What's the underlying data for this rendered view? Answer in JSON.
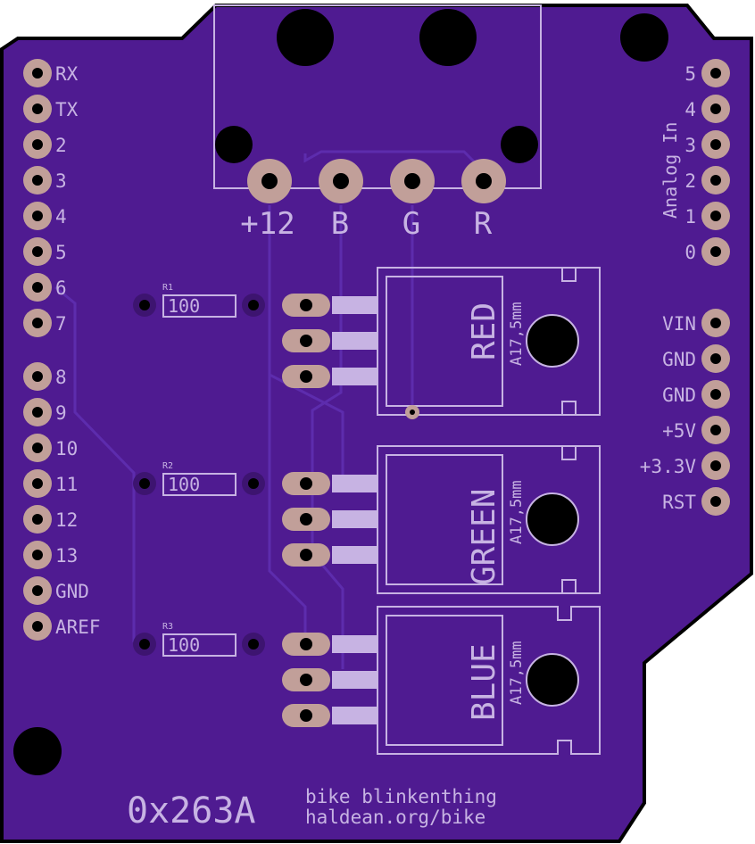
{
  "colors": {
    "board": "#4f1b91",
    "board_edge": "#000000",
    "silkscreen": "#c7b3e3",
    "trace": "#5d2cad",
    "pad": "#c19f99",
    "drill": "#000000"
  },
  "left_header": [
    "RX",
    "TX",
    "2",
    "3",
    "4",
    "5",
    "6",
    "7",
    "8",
    "9",
    "10",
    "11",
    "12",
    "13",
    "GND",
    "AREF"
  ],
  "analog_header": {
    "title": "Analog In",
    "pins": [
      "5",
      "4",
      "3",
      "2",
      "1",
      "0"
    ]
  },
  "power_header": [
    "VIN",
    "GND",
    "GND",
    "+5V",
    "+3.3V",
    "RST"
  ],
  "connector_pins": [
    "+12",
    "B",
    "G",
    "R"
  ],
  "resistors": [
    {
      "ref": "R1",
      "value": "100"
    },
    {
      "ref": "R2",
      "value": "100"
    },
    {
      "ref": "R3",
      "value": "100"
    }
  ],
  "transistors": [
    {
      "label": "RED",
      "package": "A17,5mm"
    },
    {
      "label": "GREEN",
      "package": "A17,5mm"
    },
    {
      "label": "BLUE",
      "package": "A17,5mm"
    }
  ],
  "footer": {
    "code": "0x263A",
    "line1": "bike blinkenthing",
    "line2": "haldean.org/bike"
  }
}
